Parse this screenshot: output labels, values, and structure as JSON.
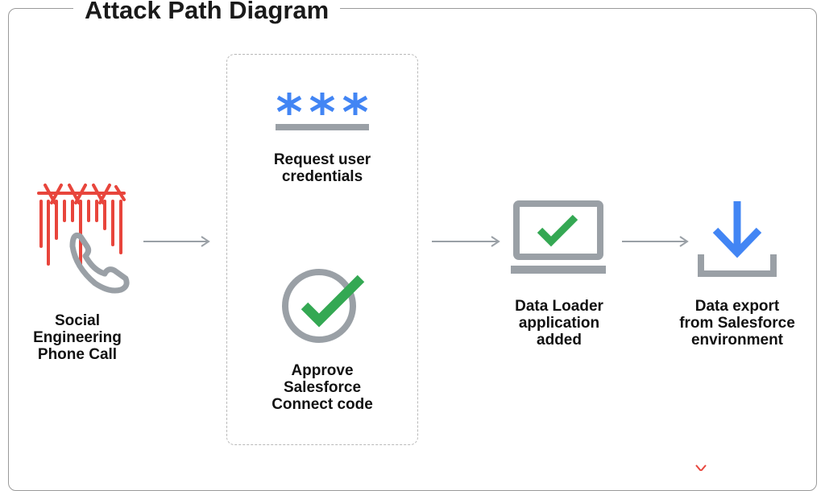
{
  "diagram": {
    "title": "Attack Path Diagram",
    "steps": [
      {
        "id": "phone",
        "label_lines": [
          "Social",
          "Engineering",
          "Phone Call"
        ],
        "icon": "phone-ringing-icon"
      },
      {
        "id": "creds",
        "label_lines": [
          "Request user",
          "credentials"
        ],
        "icon": "password-asterisks-icon"
      },
      {
        "id": "approve",
        "label_lines": [
          "Approve",
          "Salesforce",
          "Connect code"
        ],
        "icon": "check-circle-icon"
      },
      {
        "id": "loader",
        "label_lines": [
          "Data Loader",
          "application",
          "added"
        ],
        "icon": "laptop-check-icon"
      },
      {
        "id": "export",
        "label_lines": [
          "Data export",
          "from Salesforce",
          "environment"
        ],
        "icon": "download-icon"
      }
    ],
    "colors": {
      "red": "#e8453c",
      "gray": "#9aa0a6",
      "blue": "#4285f4",
      "green": "#34a853",
      "arrow": "#9aa0a6"
    }
  }
}
